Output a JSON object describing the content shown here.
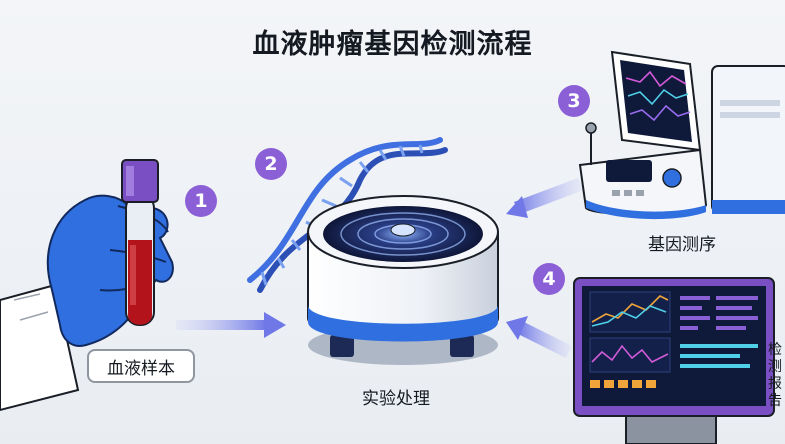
{
  "title": "血液肿瘤基因检测流程",
  "steps": [
    {
      "number": "1",
      "label": "血液样本"
    },
    {
      "number": "2",
      "label": "实验处理"
    },
    {
      "number": "3",
      "label": "基因测序"
    },
    {
      "number": "4",
      "label": "检测报告"
    }
  ],
  "colors": {
    "step_badge": "#8b60d6",
    "arrow": "#7f86e8",
    "dna": "#3f6fe0",
    "glove": "#2f6fe0",
    "blood": "#b3141c"
  }
}
